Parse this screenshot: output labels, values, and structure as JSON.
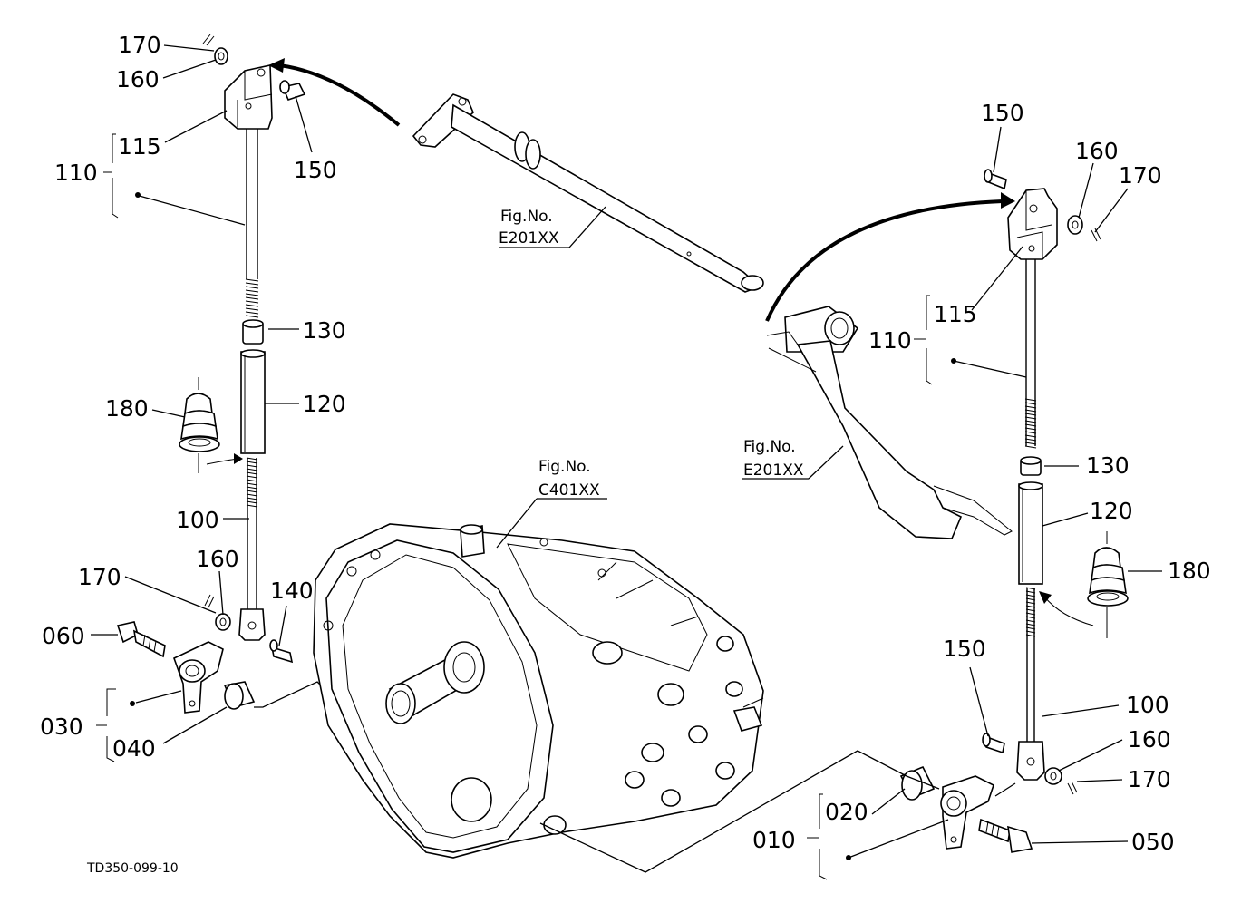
{
  "diagram": {
    "drawing_code": "TD350-099-10",
    "colors": {
      "ink": "#000000",
      "paper": "#ffffff"
    },
    "references": [
      {
        "id": "ref_e201_upper",
        "line1": "Fig.No.",
        "line2": "E201XX"
      },
      {
        "id": "ref_e201_right",
        "line1": "Fig.No.",
        "line2": "E201XX"
      },
      {
        "id": "ref_c401",
        "line1": "Fig.No.",
        "line2": "C401XX"
      }
    ],
    "left_labels": {
      "l170a": "170",
      "l160a": "160",
      "l115": "115",
      "l150a": "150",
      "l110": "110",
      "l130": "130",
      "l180": "180",
      "l120": "120",
      "l100": "100",
      "l170b": "170",
      "l160b": "160",
      "l140": "140",
      "l060": "060",
      "l030": "030",
      "l040": "040"
    },
    "right_labels": {
      "r150a": "150",
      "r160a": "160",
      "r170a": "170",
      "r115": "115",
      "r110": "110",
      "r130": "130",
      "r120": "120",
      "r180": "180",
      "r150b": "150",
      "r100": "100",
      "r160b": "160",
      "r170b": "170",
      "r020": "020",
      "r010": "010",
      "r050": "050"
    }
  }
}
